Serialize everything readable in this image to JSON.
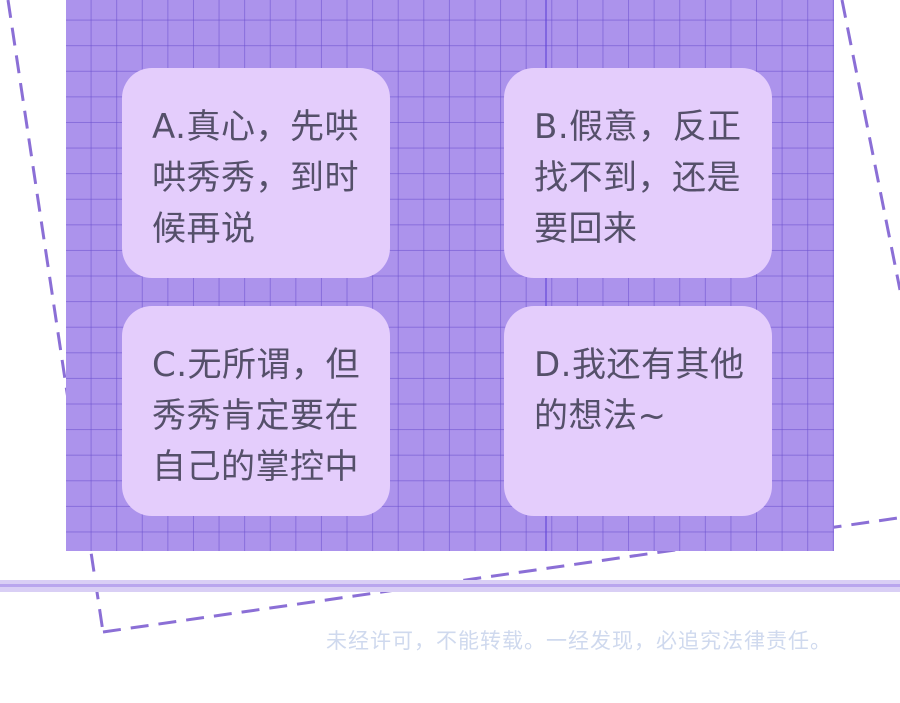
{
  "options": [
    {
      "id": "A",
      "text": "A.真心，先哄哄秀秀，到时候再说"
    },
    {
      "id": "B",
      "text": "B.假意，反正找不到，还是要回来"
    },
    {
      "id": "C",
      "text": "C.无所谓，但秀秀肯定要在自己的掌控中"
    },
    {
      "id": "D",
      "text": "D.我还有其他的想法~"
    }
  ],
  "watermark": "未经许可，不能转载。一经发现，必追究法律责任。",
  "colors": {
    "grid_background": "#ac93ec",
    "card_background": "#e4cdfc",
    "card_text": "#55506a",
    "dashed_frame": "#8b6fd6",
    "watermark_text": "#cfd9ee"
  }
}
